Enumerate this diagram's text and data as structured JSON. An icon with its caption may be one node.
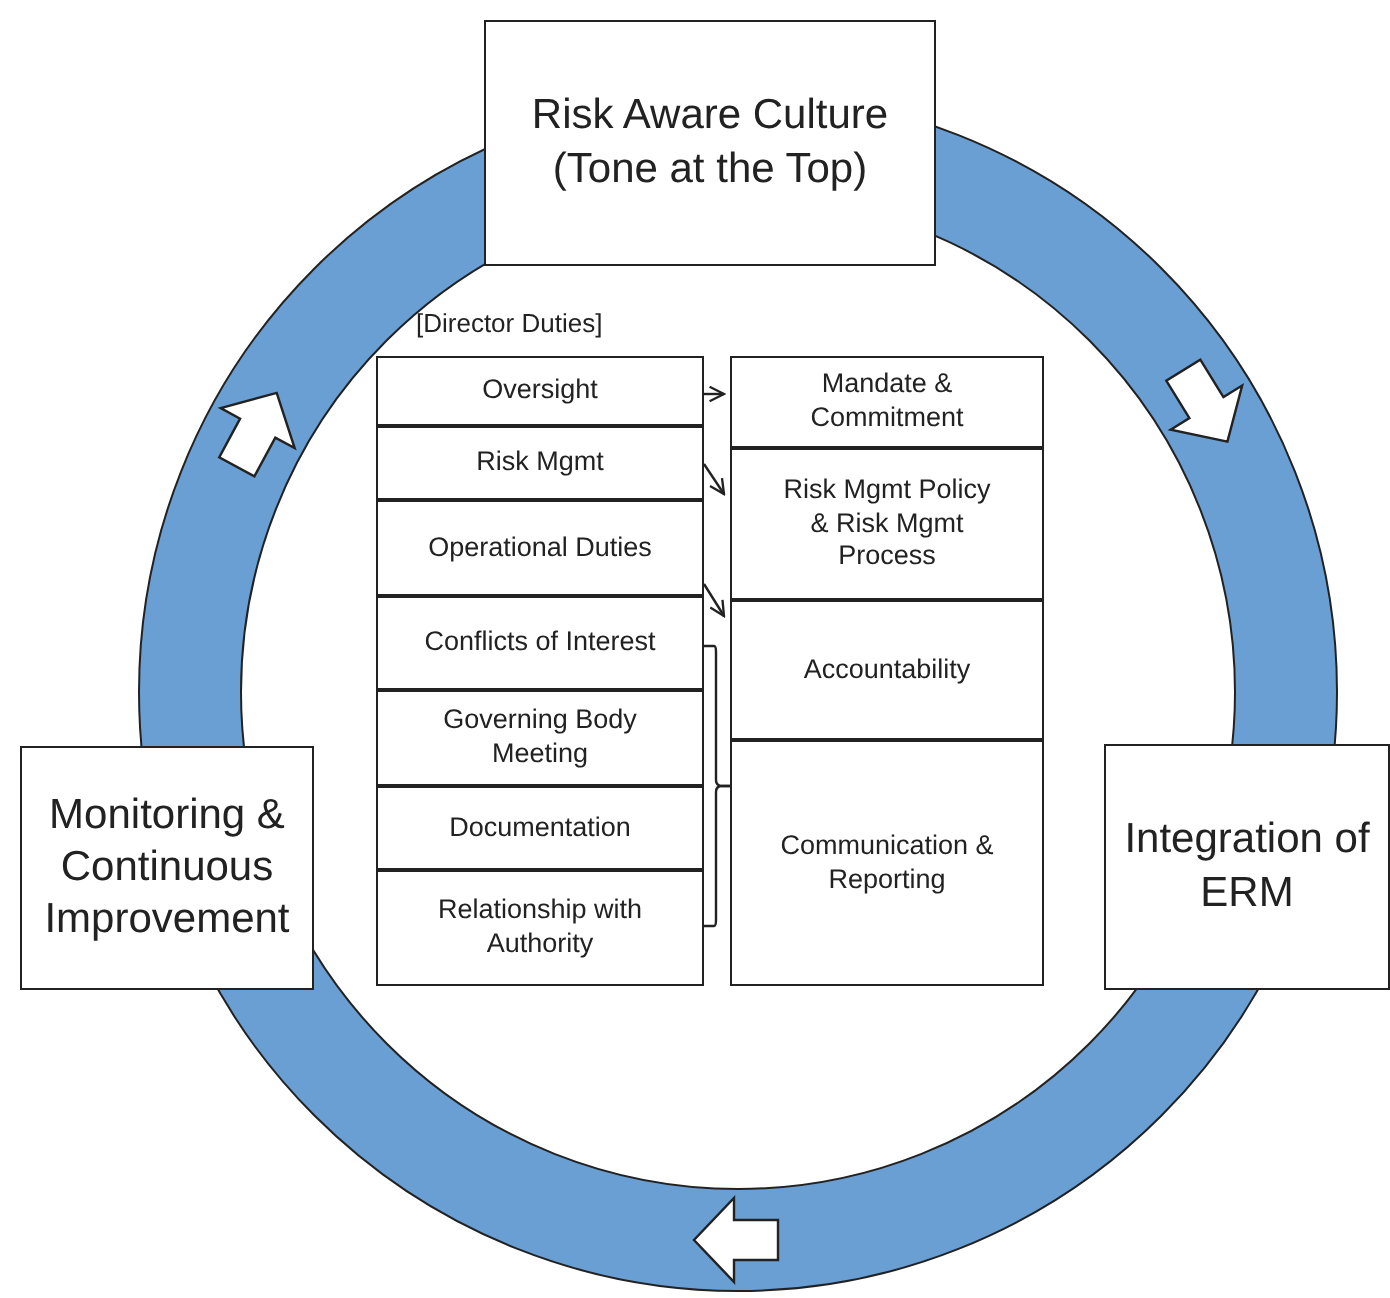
{
  "diagram": {
    "nodes": [
      {
        "text": [
          "Risk Aware Culture (Tone at the Top)"
        ]
      },
      {
        "text": [
          "Monitoring & Continuous Improvement"
        ]
      },
      {
        "text": [
          "Integration of ERM"
        ]
      },
      {
        "text": [
          "Oversight"
        ]
      },
      {
        "text": [
          "Risk Mgmt"
        ]
      },
      {
        "text": [
          "Operational Duties"
        ]
      },
      {
        "text": [
          "Conflicts of Interest"
        ]
      },
      {
        "text": [
          "Governing Body Meeting"
        ]
      },
      {
        "text": [
          "Documentation"
        ]
      },
      {
        "text": [
          "Relationship with Authority"
        ]
      },
      {
        "text": [
          "Mandate & Commitment"
        ]
      },
      {
        "text": [
          "Risk Mgmt Policy & Risk Mgmt Process"
        ]
      },
      {
        "text": [
          "Accountability"
        ]
      },
      {
        "text": [
          "Communication & Reporting"
        ]
      }
    ],
    "edges": [
      {
        "from": 3,
        "to": 10,
        "arrow": "to"
      },
      {
        "from": 4,
        "to": 11,
        "arrow": "to"
      },
      {
        "from": 5,
        "to": 12,
        "arrow": "to"
      },
      {
        "from": 6,
        "to": 13,
        "arrow": "none"
      },
      {
        "from": 9,
        "to": 13,
        "arrow": "none"
      }
    ],
    "labels": [
      "[Director Duties]"
    ]
  }
}
